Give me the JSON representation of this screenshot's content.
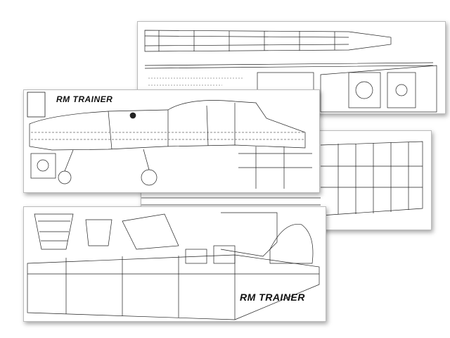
{
  "sheets": [
    {
      "name": "fuselage-plan-sheet"
    },
    {
      "name": "wing-plan-sheet"
    },
    {
      "name": "side-view-sheet",
      "title": "RM TRAINER"
    },
    {
      "name": "construction-sheet",
      "title": "RM TRAINER"
    }
  ]
}
